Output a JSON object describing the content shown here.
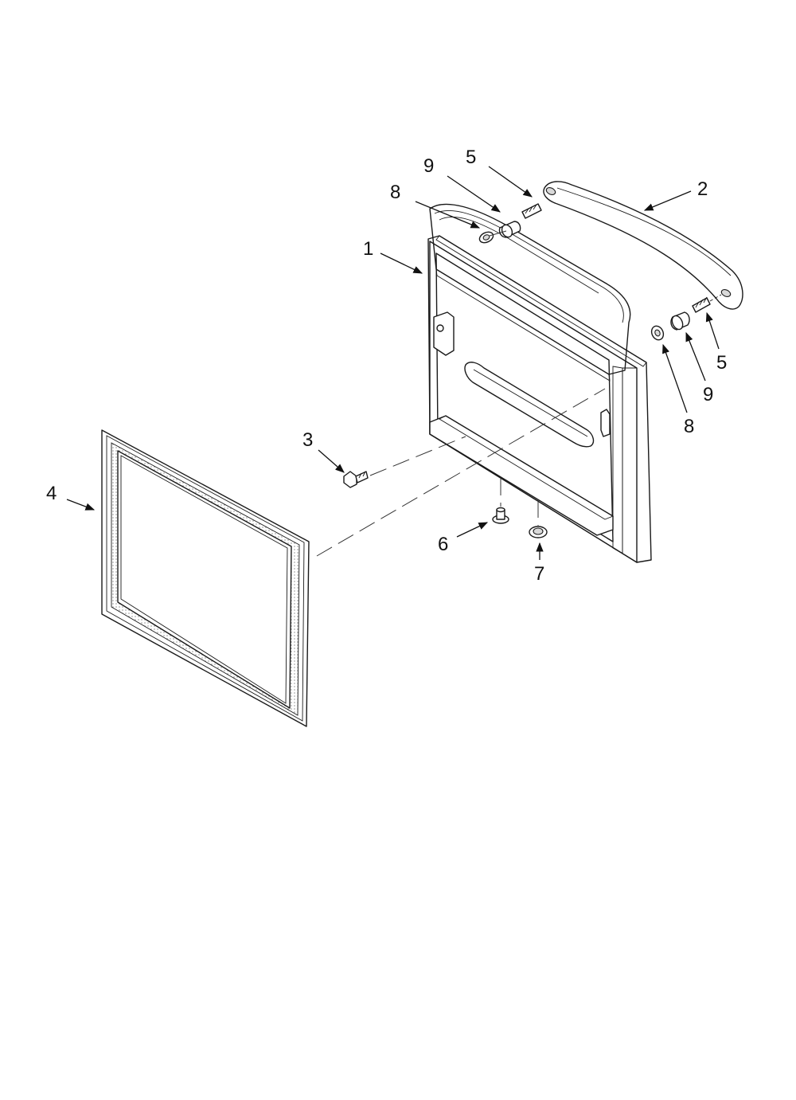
{
  "callouts": [
    {
      "id": "callout-1",
      "text": "1"
    },
    {
      "id": "callout-2",
      "text": "2"
    },
    {
      "id": "callout-3",
      "text": "3"
    },
    {
      "id": "callout-4",
      "text": "4"
    },
    {
      "id": "callout-5-top",
      "text": "5"
    },
    {
      "id": "callout-5-right",
      "text": "5"
    },
    {
      "id": "callout-6",
      "text": "6"
    },
    {
      "id": "callout-7",
      "text": "7"
    },
    {
      "id": "callout-8-top",
      "text": "8"
    },
    {
      "id": "callout-8-right",
      "text": "8"
    },
    {
      "id": "callout-9-top",
      "text": "9"
    },
    {
      "id": "callout-9-right",
      "text": "9"
    }
  ]
}
